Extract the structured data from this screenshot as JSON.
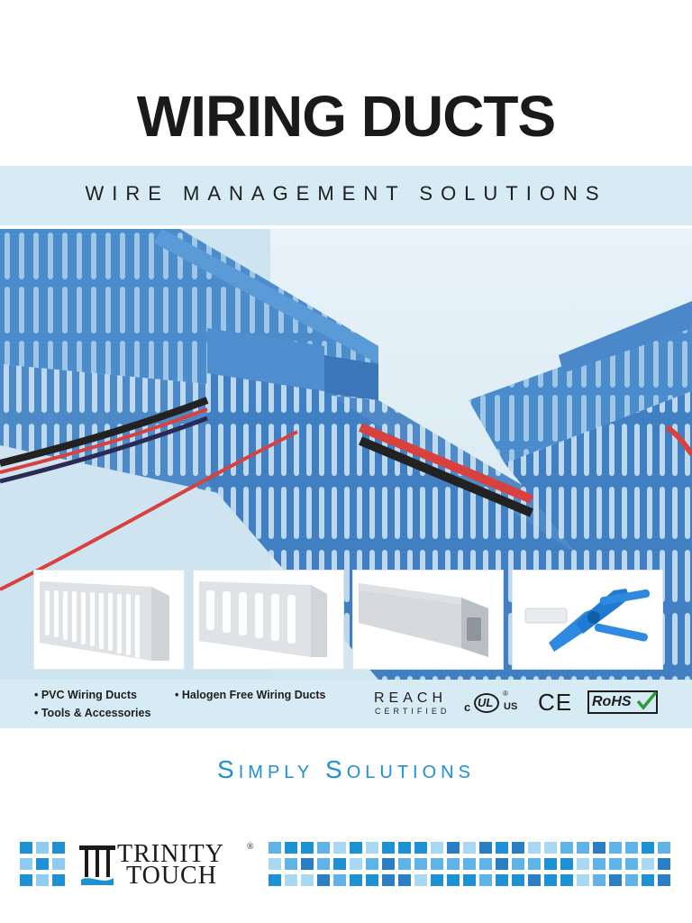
{
  "title": "WIRING DUCTS",
  "subtitle": "WIRE MANAGEMENT SOLUTIONS",
  "features": {
    "item_1": "• PVC Wiring Ducts",
    "item_2": "• Halogen Free Wiring Ducts",
    "item_3": "• Tools & Accessories"
  },
  "certifications": {
    "reach_main": "REACH",
    "reach_sub": "CERTIFIED",
    "ul_c": "c",
    "ul_us": "US",
    "ul_mark": "UL",
    "ul_reg": "®",
    "ce": "CE",
    "rohs": "RoHS"
  },
  "tagline": "Simply Solutions",
  "brand": {
    "line_1": "TRINITY",
    "line_2": "TOUCH",
    "reg": "®"
  },
  "colors": {
    "duct_blue": "#3f7fc2",
    "band_blue": "#d7ebf5",
    "accent_blue": "#1e90d4",
    "wire_red": "#d9413f"
  },
  "icons": {
    "thumb_1": "slotted-duct-image",
    "thumb_2": "wide-slot-duct-image",
    "thumb_3": "solid-duct-image",
    "thumb_4": "duct-cutter-tool-image",
    "logo": "trinity-touch-logo-icon"
  }
}
